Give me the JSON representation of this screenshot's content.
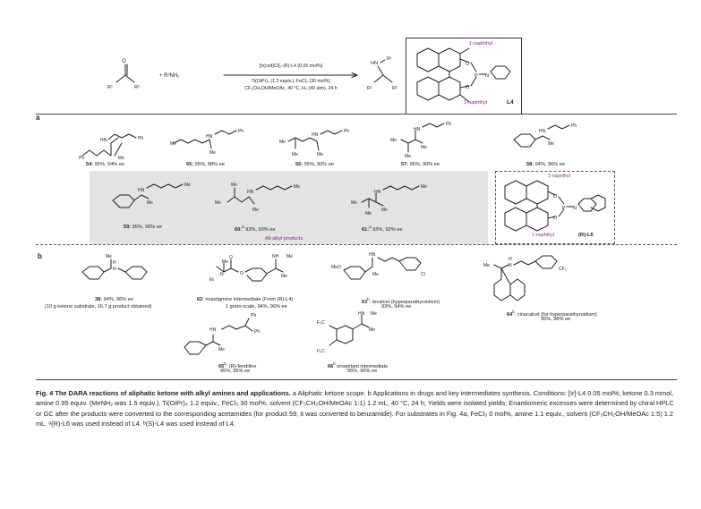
{
  "figure": {
    "reaction": {
      "reactant_amine": "+ R³NH₂",
      "cond_line1": "[Ir(cod)Cl]₂-(R)-L4 (0.05 mol%)",
      "cond_line2": "Ti(OiPr)₄ (1.2 equiv.), FeCl₃ (30 mol%)",
      "cond_line3": "CF₃CH₂OH/MeOAc, 40 °C, H₂ (40 atm), 24 h",
      "ligand_top": "1-naphthyl",
      "ligand_bottom": "1-naphthyl",
      "ligand_name": "L4"
    },
    "panel_a": {
      "label": "a",
      "row1": [
        {
          "num": "54:",
          "text": "95%, 94% ee"
        },
        {
          "num": "55:",
          "text": "95%, 88% ee"
        },
        {
          "num": "56:",
          "text": "95%, 90% ee"
        },
        {
          "num": "57:",
          "text": "95%, 90% ee"
        },
        {
          "num": "58:",
          "text": "94%, 96% ee"
        }
      ],
      "row2": [
        {
          "num": "59:",
          "text": "95%, 96% ee"
        },
        {
          "num": "60:",
          "sup": "a",
          "text": "93%, 93% ee"
        },
        {
          "num": "61:",
          "sup": "a",
          "text": "93%, 92% ee"
        }
      ],
      "all_alkyl": "All-alkyl products",
      "l6_top": "1-napnthyl",
      "l6_bottom": "1-naphthyl",
      "l6_name": "(R)-L6"
    },
    "panel_b": {
      "label": "b",
      "p38": {
        "num": "38:",
        "text": "94%, 96% ee",
        "note": "(10 g ketone substrate, 16.7 g product obtained)"
      },
      "p62": {
        "num": "62",
        "text": ": rivastigmine intermediate (From (R)-L4)",
        "note": "1 gram-scale, 94%, 96% ee"
      },
      "p63": {
        "num": "63",
        "sup": "b",
        "text": ": tecalcet (hyperparathyroidism)",
        "note": "93%, 94% ee"
      },
      "p64": {
        "num": "64",
        "sup": "b",
        "text": ": cinacalcet (for hyperparathyroidism)",
        "note": "95%, 98% ee"
      },
      "p65": {
        "num": "65",
        "sup": "b",
        "text": ": (R)-fendiline",
        "note": "95%, 95% ee"
      },
      "p66": {
        "num": "66",
        "sup": "b",
        "text": " orvepitant intermediate",
        "note": "95%, 96% ee"
      }
    },
    "caption": {
      "title": "Fig. 4 The DARA reactions of aliphatic ketone with alkyl amines and applications.",
      "body": " a Aliphatic ketone scope. b Applications in drugs and key intermediates synthesis. Conditions: [Ir]-L4 0.05 mol%; ketone 0.3 mmol, amine 0.95 equiv. (MeNH₂ was 1.5 equiv.), Ti(OiPr)₄ 1.2 equiv., FeCl₃ 30 mol%, solvent (CF₃CH₂OH/MeOAc 1:1) 1.2 mL, 40 °C, 24 h; Yields were isolated yields; Enantiomeric excesses were determined by chiral HPLC or GC after the products were converted to the corresponding acetamides (for product 59, it was converted to benzamide). For substrates in Fig. 4a, FeCl₃ 0 mol%, amine 1.1 equiv., solvent (CF₃CH₂OH/MeOAc 1:5) 1.2 mL. ᵃ(R)-L6 was used instead of L4. ᵇ(S)-L4 was used instead of L4."
    }
  }
}
